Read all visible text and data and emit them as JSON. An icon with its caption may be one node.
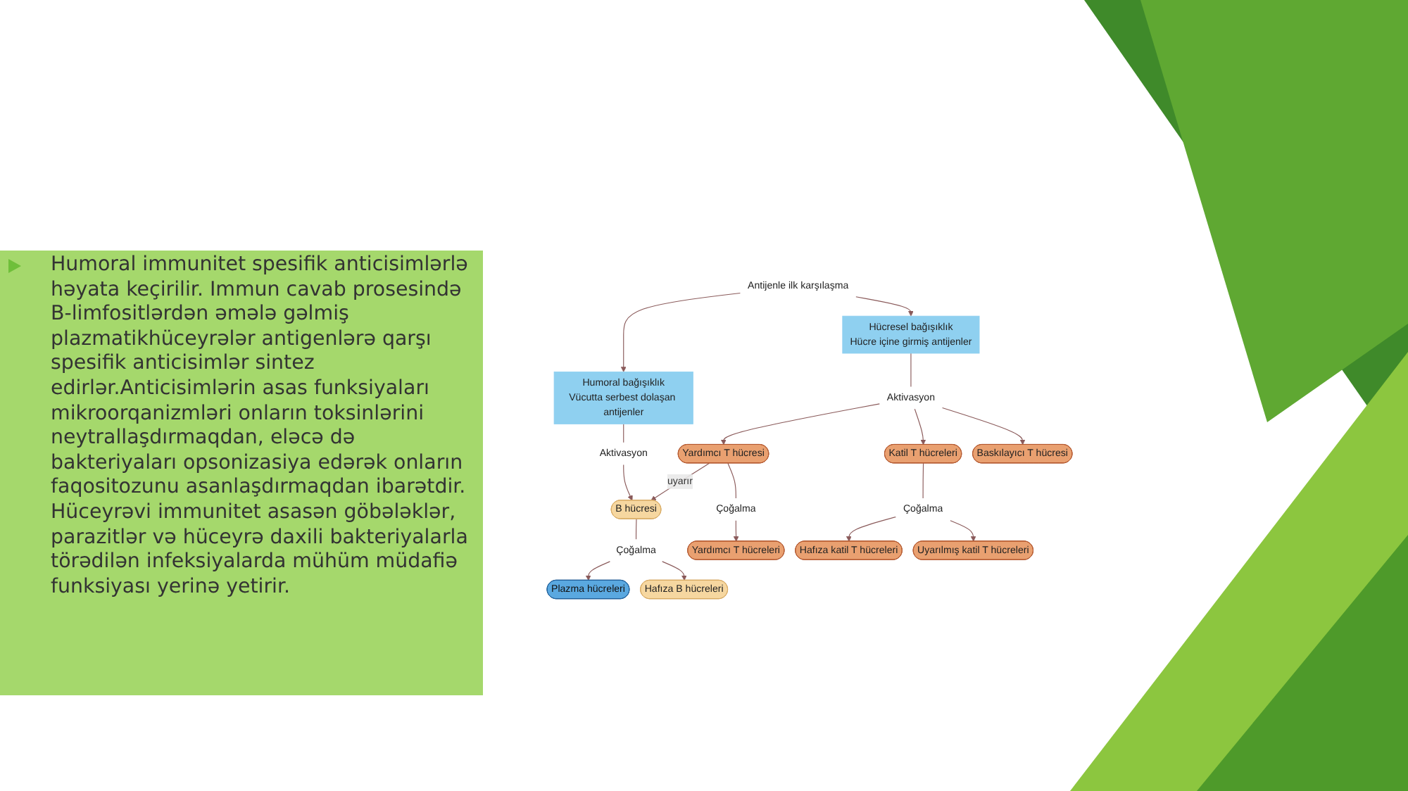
{
  "diagram": {
    "nodes": [
      {
        "text": [
          "Antijenle ilk karşılaşma"
        ]
      },
      {
        "text": [
          "Humoral bağışıklık",
          "Vücutta serbest dolaşan antijenler"
        ]
      },
      {
        "text": [
          "Hücresel bağışıklık",
          "Hücre içine girmiş antijenler"
        ]
      },
      {
        "text": [
          "Aktivasyon"
        ]
      },
      {
        "text": [
          "Aktivasyon"
        ]
      },
      {
        "text": [
          "B hücresi"
        ]
      },
      {
        "text": [
          "Yardımcı T hücresi"
        ]
      },
      {
        "text": [
          "Katil T hücreleri"
        ]
      },
      {
        "text": [
          "Baskılayıcı T hücresi"
        ]
      },
      {
        "text": [
          "Çoğalma"
        ]
      },
      {
        "text": [
          "Çoğalma"
        ]
      },
      {
        "text": [
          "Çoğalma"
        ]
      },
      {
        "text": [
          "Plazma hücreleri"
        ]
      },
      {
        "text": [
          "Hafıza B hücreleri"
        ]
      },
      {
        "text": [
          "Yardımcı T hücreleri"
        ]
      },
      {
        "text": [
          "Hafıza katil T hücreleri"
        ]
      },
      {
        "text": [
          "Uyarılmış katil T hücreleri"
        ]
      }
    ],
    "edges": [
      {
        "from": 0,
        "to": 1,
        "arrow": "to"
      },
      {
        "from": 0,
        "to": 2,
        "arrow": "to"
      },
      {
        "from": 1,
        "to": 3,
        "arrow": "none"
      },
      {
        "from": 2,
        "to": 4,
        "arrow": "none"
      },
      {
        "from": 3,
        "to": 5,
        "arrow": "to"
      },
      {
        "from": 4,
        "to": 6,
        "arrow": "to"
      },
      {
        "from": 4,
        "to": 7,
        "arrow": "to"
      },
      {
        "from": 4,
        "to": 8,
        "arrow": "to"
      },
      {
        "from": 6,
        "to": 5,
        "arrow": "to",
        "label": "uyarır"
      },
      {
        "from": 5,
        "to": 9,
        "arrow": "none"
      },
      {
        "from": 6,
        "to": 10,
        "arrow": "none"
      },
      {
        "from": 7,
        "to": 11,
        "arrow": "none"
      },
      {
        "from": 9,
        "to": 12,
        "arrow": "to"
      },
      {
        "from": 9,
        "to": 13,
        "arrow": "to"
      },
      {
        "from": 10,
        "to": 14,
        "arrow": "to"
      },
      {
        "from": 11,
        "to": 15,
        "arrow": "to"
      },
      {
        "from": 11,
        "to": 16,
        "arrow": "to"
      }
    ],
    "labels": [
      "Humoral immunitet spesifik anticisimlərlə həyata keçirilir. Immun cavab prosesində B-limfositlərdən əmələ gəlmiş plazmatikhüceyrələr antigenlərə qarşı spesifik anticisimlər sintez edirlər.Anticisimlərin asas funksiyaları mikroorqanizmləri onların toksinlərini neytrallaşdırmaqdan, eləcə də bakteriyaları opsonizasiya edərək onların faqositozunu asanlaşdırmaqdan ibarətdir. Hüceyrəvi immunitet asasən göbələklər, parazitlər və hüceyrə daxili bakteriyalarla törədilən infeksiyalarda mühüm müdafiə funksiyası yerinə yetirir."
    ]
  }
}
